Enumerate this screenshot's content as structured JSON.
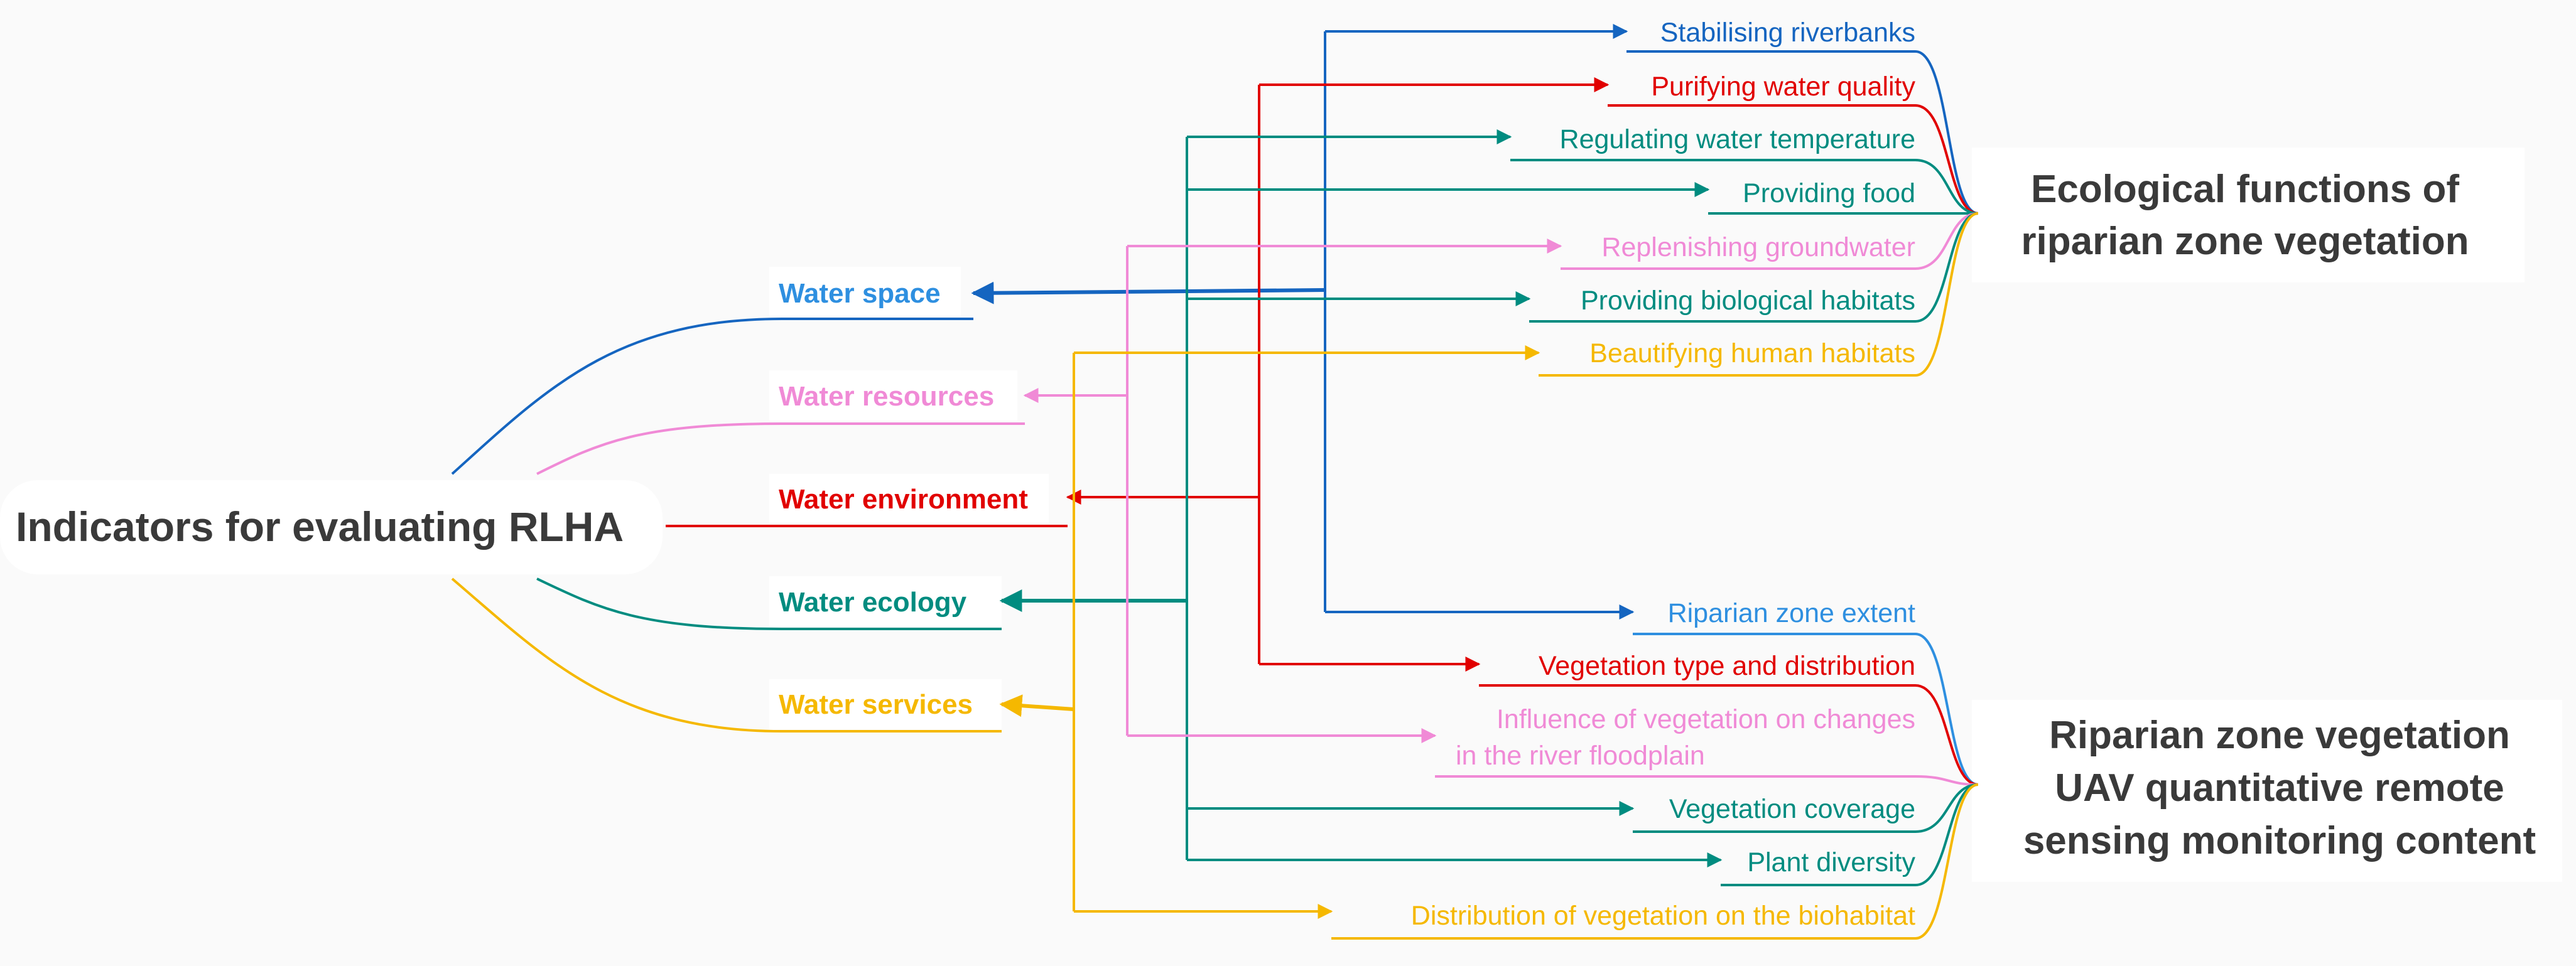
{
  "colors": {
    "blue": "#1565c0",
    "lightblue": "#2e8fe0",
    "pink": "#f08ad6",
    "red": "#e10000",
    "teal": "#008c80",
    "yellow": "#f5b800",
    "text_dark": "#3a3a3a"
  },
  "root": {
    "label": "Indicators for evaluating RLHA"
  },
  "categories": [
    {
      "id": "space",
      "label": "Water space",
      "color": "#2e8fe0"
    },
    {
      "id": "resources",
      "label": "Water resources",
      "color": "#f08ad6"
    },
    {
      "id": "environment",
      "label": "Water environment",
      "color": "#e10000"
    },
    {
      "id": "ecology",
      "label": "Water ecology",
      "color": "#008c80"
    },
    {
      "id": "services",
      "label": "Water services",
      "color": "#f5b800"
    }
  ],
  "hubs": {
    "functions": {
      "lines": [
        "Ecological functions of",
        "riparian zone vegetation"
      ]
    },
    "monitoring": {
      "lines": [
        "Riparian zone vegetation",
        "UAV quantitative remote",
        "sensing monitoring content"
      ]
    }
  },
  "function_items": [
    {
      "label": "Stabilising riverbanks",
      "category": "space",
      "color": "#1565c0"
    },
    {
      "label": "Purifying water quality",
      "category": "environment",
      "color": "#e10000"
    },
    {
      "label": "Regulating water temperature",
      "category": "ecology",
      "color": "#008c80"
    },
    {
      "label": "Providing food",
      "category": "ecology",
      "color": "#008c80"
    },
    {
      "label": "Replenishing groundwater",
      "category": "resources",
      "color": "#f08ad6"
    },
    {
      "label": "Providing biological habitats",
      "category": "ecology",
      "color": "#008c80"
    },
    {
      "label": "Beautifying human habitats",
      "category": "services",
      "color": "#f5b800"
    }
  ],
  "monitoring_items": [
    {
      "lines": [
        "Riparian zone extent"
      ],
      "category": "space",
      "color": "#2e8fe0"
    },
    {
      "lines": [
        "Vegetation type and distribution"
      ],
      "category": "environment",
      "color": "#e10000"
    },
    {
      "lines": [
        "Influence of vegetation on changes",
        "in the river floodplain"
      ],
      "category": "resources",
      "color": "#f08ad6"
    },
    {
      "lines": [
        "Vegetation coverage"
      ],
      "category": "ecology",
      "color": "#008c80"
    },
    {
      "lines": [
        "Plant diversity"
      ],
      "category": "ecology",
      "color": "#008c80"
    },
    {
      "lines": [
        "Distribution of vegetation on the biohabitat"
      ],
      "category": "services",
      "color": "#f5b800"
    }
  ]
}
